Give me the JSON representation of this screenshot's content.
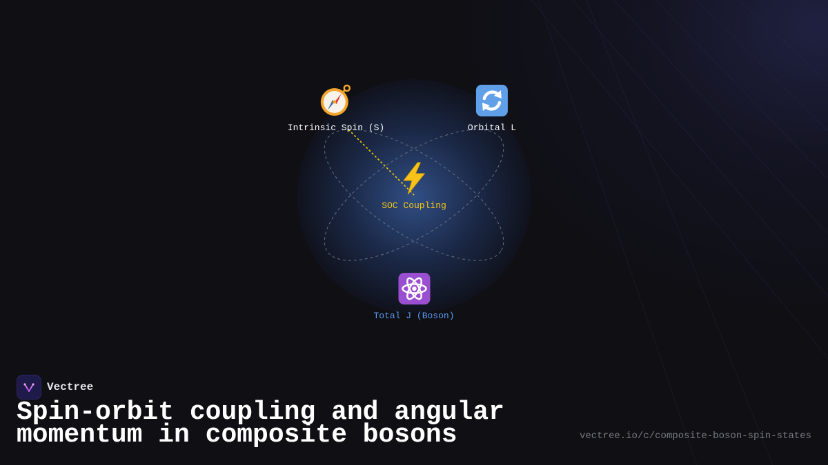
{
  "diagram": {
    "nodes": {
      "spin": {
        "label": "Intrinsic Spin (S)",
        "icon": "compass-icon",
        "label_color": "#ffffff"
      },
      "orbital": {
        "label": "Orbital L",
        "icon": "rotate-arrows-icon",
        "label_color": "#ffffff"
      },
      "coupling": {
        "label": "SOC Coupling",
        "icon": "lightning-icon",
        "label_color": "#f5c518"
      },
      "total": {
        "label": "Total J (Boson)",
        "icon": "atom-icon",
        "label_color": "#5b9bf0"
      }
    },
    "connector_color": "#f5d000",
    "orbit_color": "#6b6f80"
  },
  "brand": {
    "name": "Vectree",
    "logo_icon": "vectree-logo-icon"
  },
  "title": "Spin-orbit coupling and angular momentum in composite bosons",
  "url": "vectree.io/c/composite-boson-spin-states",
  "colors": {
    "background": "#0f0f14",
    "glow": "#3c64aa",
    "accent_blue": "#5b9bf0",
    "accent_yellow": "#f5c518"
  }
}
